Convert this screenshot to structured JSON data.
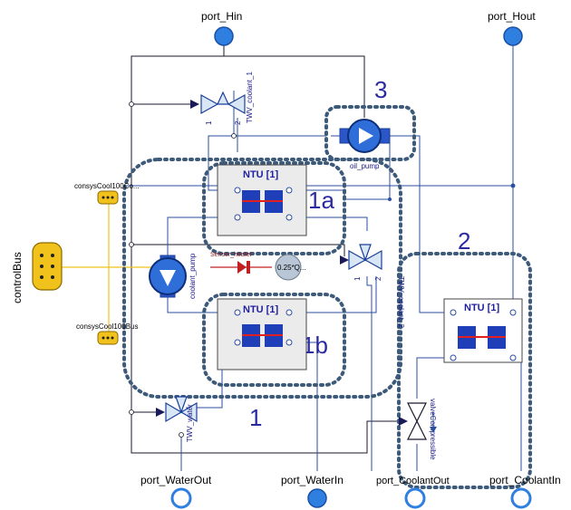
{
  "ports": {
    "hin": "port_Hin",
    "hout": "port_Hout",
    "water_out": "port_WaterOut",
    "water_in": "port_WaterIn",
    "coolant_out": "port_CoolantOut",
    "coolant_in": "port_CoolantIn"
  },
  "bus": {
    "control": "controlBus",
    "consys_top": "consysCool100Co...",
    "consys_bottom": "consysCool100Bus"
  },
  "components": {
    "twv_coolant_1": "TWV_coolant_1",
    "twv_coolant_2": "TWV_coolant_2",
    "twv_water": "TWV_water",
    "oil_pump": "oil_pump",
    "coolant_pump": "coolant_pump",
    "heater": "Sensor_heater",
    "sensor_value": "0.25*Q...",
    "valve_compressible": "valveCompressible",
    "ntu_1a": "NTU [1]",
    "ntu_1b": "NTU [1]",
    "ntu_2": "NTU [1]",
    "pin_1": "1",
    "pin_2": "2"
  },
  "groups": {
    "g1": "1",
    "g1a": "1a",
    "g1b": "1b",
    "g2": "2",
    "g3": "3"
  },
  "colors": {
    "line": "#2b4fa0",
    "black_line": "#1a1a2e",
    "port_fill": "#2f7fe0",
    "group_dots": "#3d5a7a",
    "bus_yellow": "#f2c21c"
  }
}
